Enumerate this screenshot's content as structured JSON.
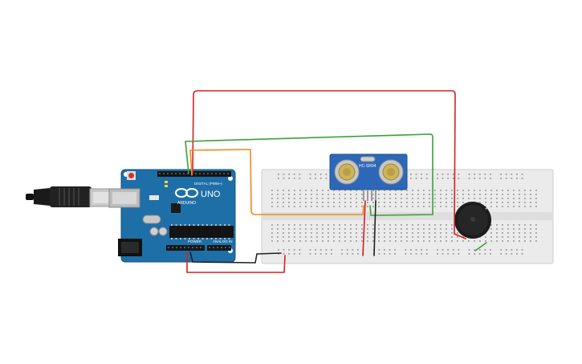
{
  "arduino": {
    "brand": "UNO",
    "logo_text": "ARDUINO",
    "digital_label": "DIGITAL (PWM~)",
    "power_label": "POWER",
    "analog_label": "ANALOG IN"
  },
  "sensor": {
    "model": "HC-SR04"
  },
  "colors": {
    "board": "#1e6fa7",
    "breadboard": "#e8e8e8",
    "wire_red": "#d42020",
    "wire_green": "#3aa23a",
    "wire_orange": "#ef8a1e",
    "wire_black": "#222222",
    "sensor_board": "#2d68b8"
  },
  "icons": {
    "usb_cable": "usb-cable-icon",
    "buzzer": "piezo-buzzer-icon"
  }
}
